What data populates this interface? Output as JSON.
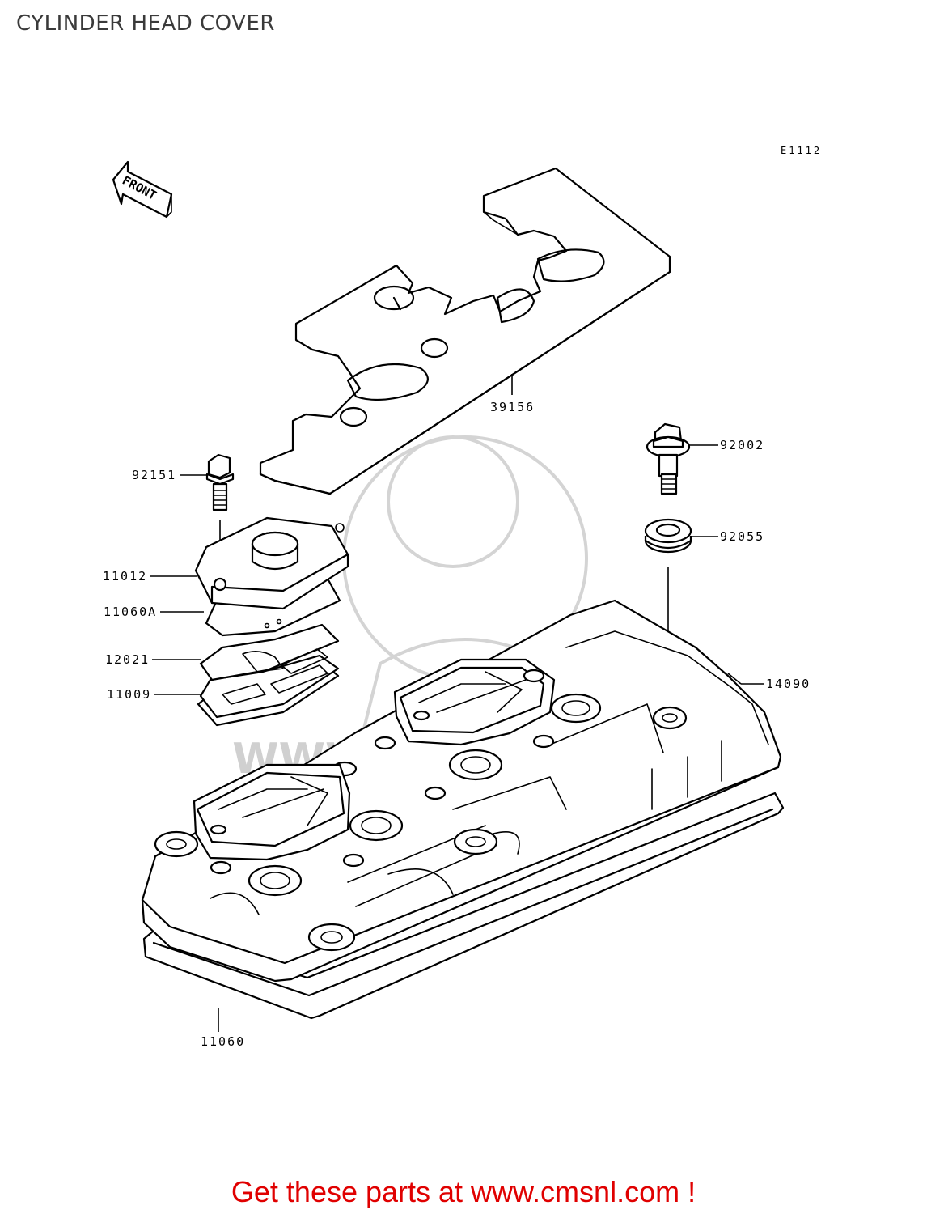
{
  "page_title": "CYLINDER HEAD COVER",
  "diagram_code": "E1112",
  "front_marker": "FRONT",
  "watermark": "WWW.CMSNL.COM",
  "parts": [
    {
      "number": "39156",
      "name": "gasket-plate"
    },
    {
      "number": "92002",
      "name": "bolt"
    },
    {
      "number": "92151",
      "name": "bolt"
    },
    {
      "number": "92055",
      "name": "grommet"
    },
    {
      "number": "11012",
      "name": "cover"
    },
    {
      "number": "11060A",
      "name": "gasket"
    },
    {
      "number": "12021",
      "name": "plate"
    },
    {
      "number": "11009",
      "name": "gasket"
    },
    {
      "number": "14090",
      "name": "cylinder-head-cover"
    },
    {
      "number": "11060",
      "name": "gasket"
    }
  ],
  "promo_text": "Get these parts at www.cmsnl.com !",
  "colors": {
    "promo": "#e00000",
    "lines": "#000000",
    "watermark": "#d0d0d0"
  }
}
